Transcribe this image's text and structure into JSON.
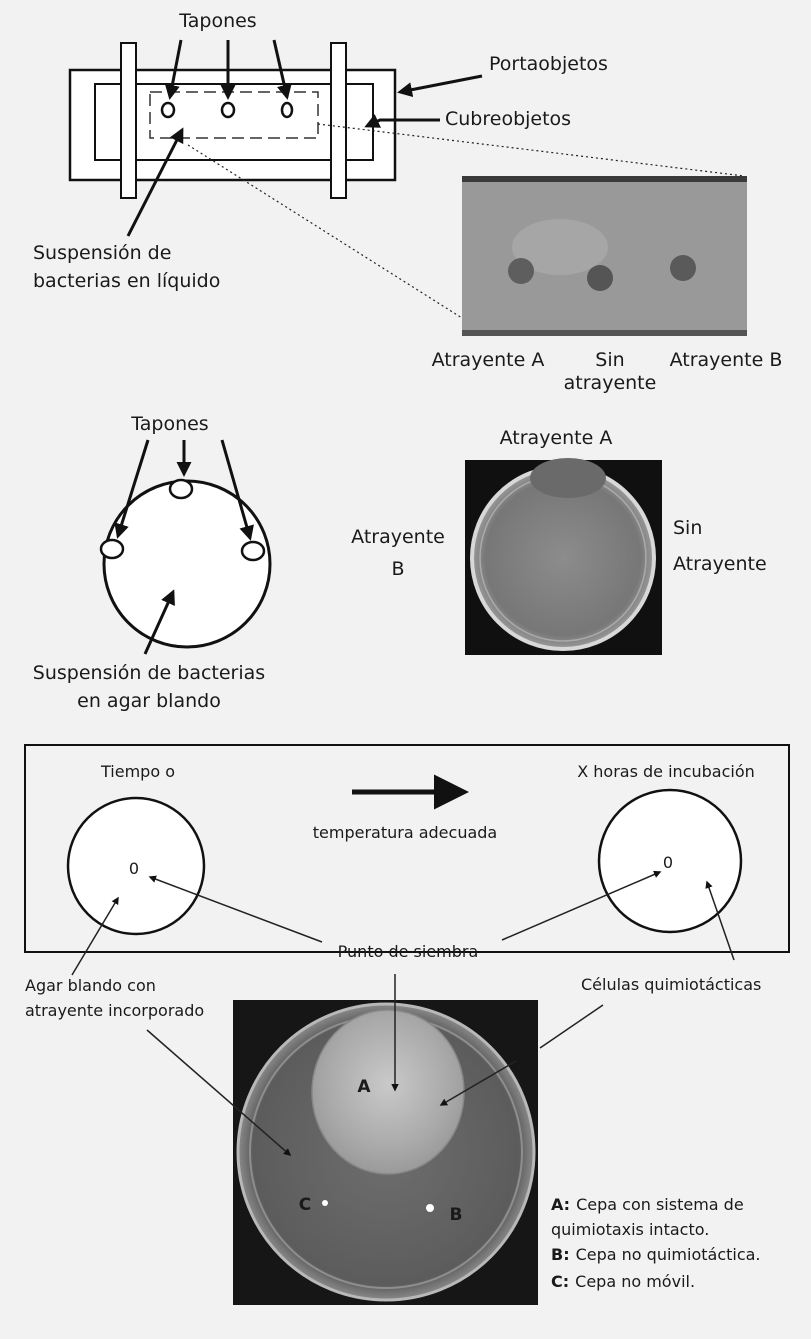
{
  "panel1": {
    "tapones": "Tapones",
    "portaobjetos": "Portaobjetos",
    "cubreobjetos": "Cubreobjetos",
    "suspension_line1": "Suspensión de",
    "suspension_line2": "bacterias en líquido",
    "atrayente_a": "Atrayente A",
    "sin_line1": "Sin",
    "sin_line2": "atrayente",
    "atrayente_b": "Atrayente B"
  },
  "panel2": {
    "tapones": "Tapones",
    "suspension_line1": "Suspensión de bacterias",
    "suspension_line2": "en agar blando",
    "atrayente_a": "Atrayente A",
    "atrayente_b_line1": "Atrayente",
    "atrayente_b_line2": "B",
    "sin_line1": "Sin",
    "sin_line2": "Atrayente"
  },
  "panel3": {
    "tiempo": "Tiempo o",
    "x_horas": "X horas de incubación",
    "temperatura": "temperatura adecuada",
    "punto_siembra": "Punto de siembra",
    "dish_mark_left": "0",
    "dish_mark_right": "0",
    "agar_line1": "Agar blando con",
    "agar_line2": "atrayente incorporado",
    "celulas": "Células quimiotácticas",
    "photo_a": "A",
    "photo_b": "B",
    "photo_c": "C",
    "legend": [
      {
        "key": "A:",
        "text": "Cepa con sistema de"
      },
      {
        "key": "",
        "text": "quimiotaxis intacto."
      },
      {
        "key": "B:",
        "text": "Cepa no quimiotáctica."
      },
      {
        "key": "C:",
        "text": "Cepa no móvil."
      }
    ]
  }
}
